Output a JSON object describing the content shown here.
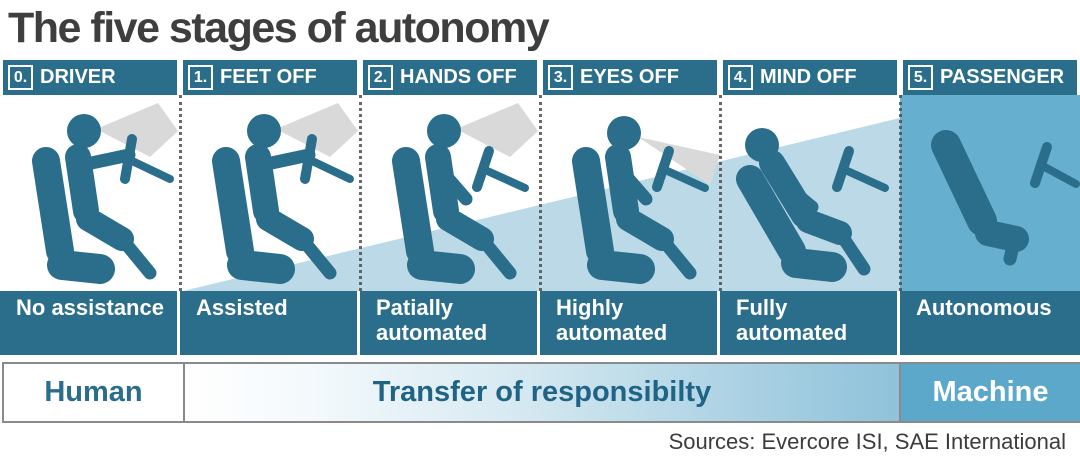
{
  "title": "The five stages of autonomy",
  "stages": [
    {
      "num": "0.",
      "name": "DRIVER",
      "label": "No assistance",
      "icon": "person-driving-icon"
    },
    {
      "num": "1.",
      "name": "FEET OFF",
      "label": "Assisted",
      "icon": "person-driving-icon"
    },
    {
      "num": "2.",
      "name": "HANDS OFF",
      "label": "Patially automated",
      "icon": "person-hands-off-icon"
    },
    {
      "num": "3.",
      "name": "EYES OFF",
      "label": "Highly automated",
      "icon": "person-eyes-off-icon"
    },
    {
      "num": "4.",
      "name": "MIND OFF",
      "label": "Fully automated",
      "icon": "person-reclined-icon"
    },
    {
      "num": "5.",
      "name": "PASSENGER",
      "label": "Autonomous",
      "icon": "empty-seat-icon"
    }
  ],
  "responsibility_bar": {
    "left": "Human",
    "center": "Transfer of responsibilty",
    "right": "Machine"
  },
  "source": "Sources: Evercore ISI, SAE International",
  "colors": {
    "teal": "#2b6e8c",
    "wedge_blue": "#bbd9e6",
    "passenger_blue": "#66afce",
    "machine_blue": "#5ba8ca",
    "vision_cone_gray": "#d9d9d9",
    "title_gray": "#3e3e3e"
  }
}
